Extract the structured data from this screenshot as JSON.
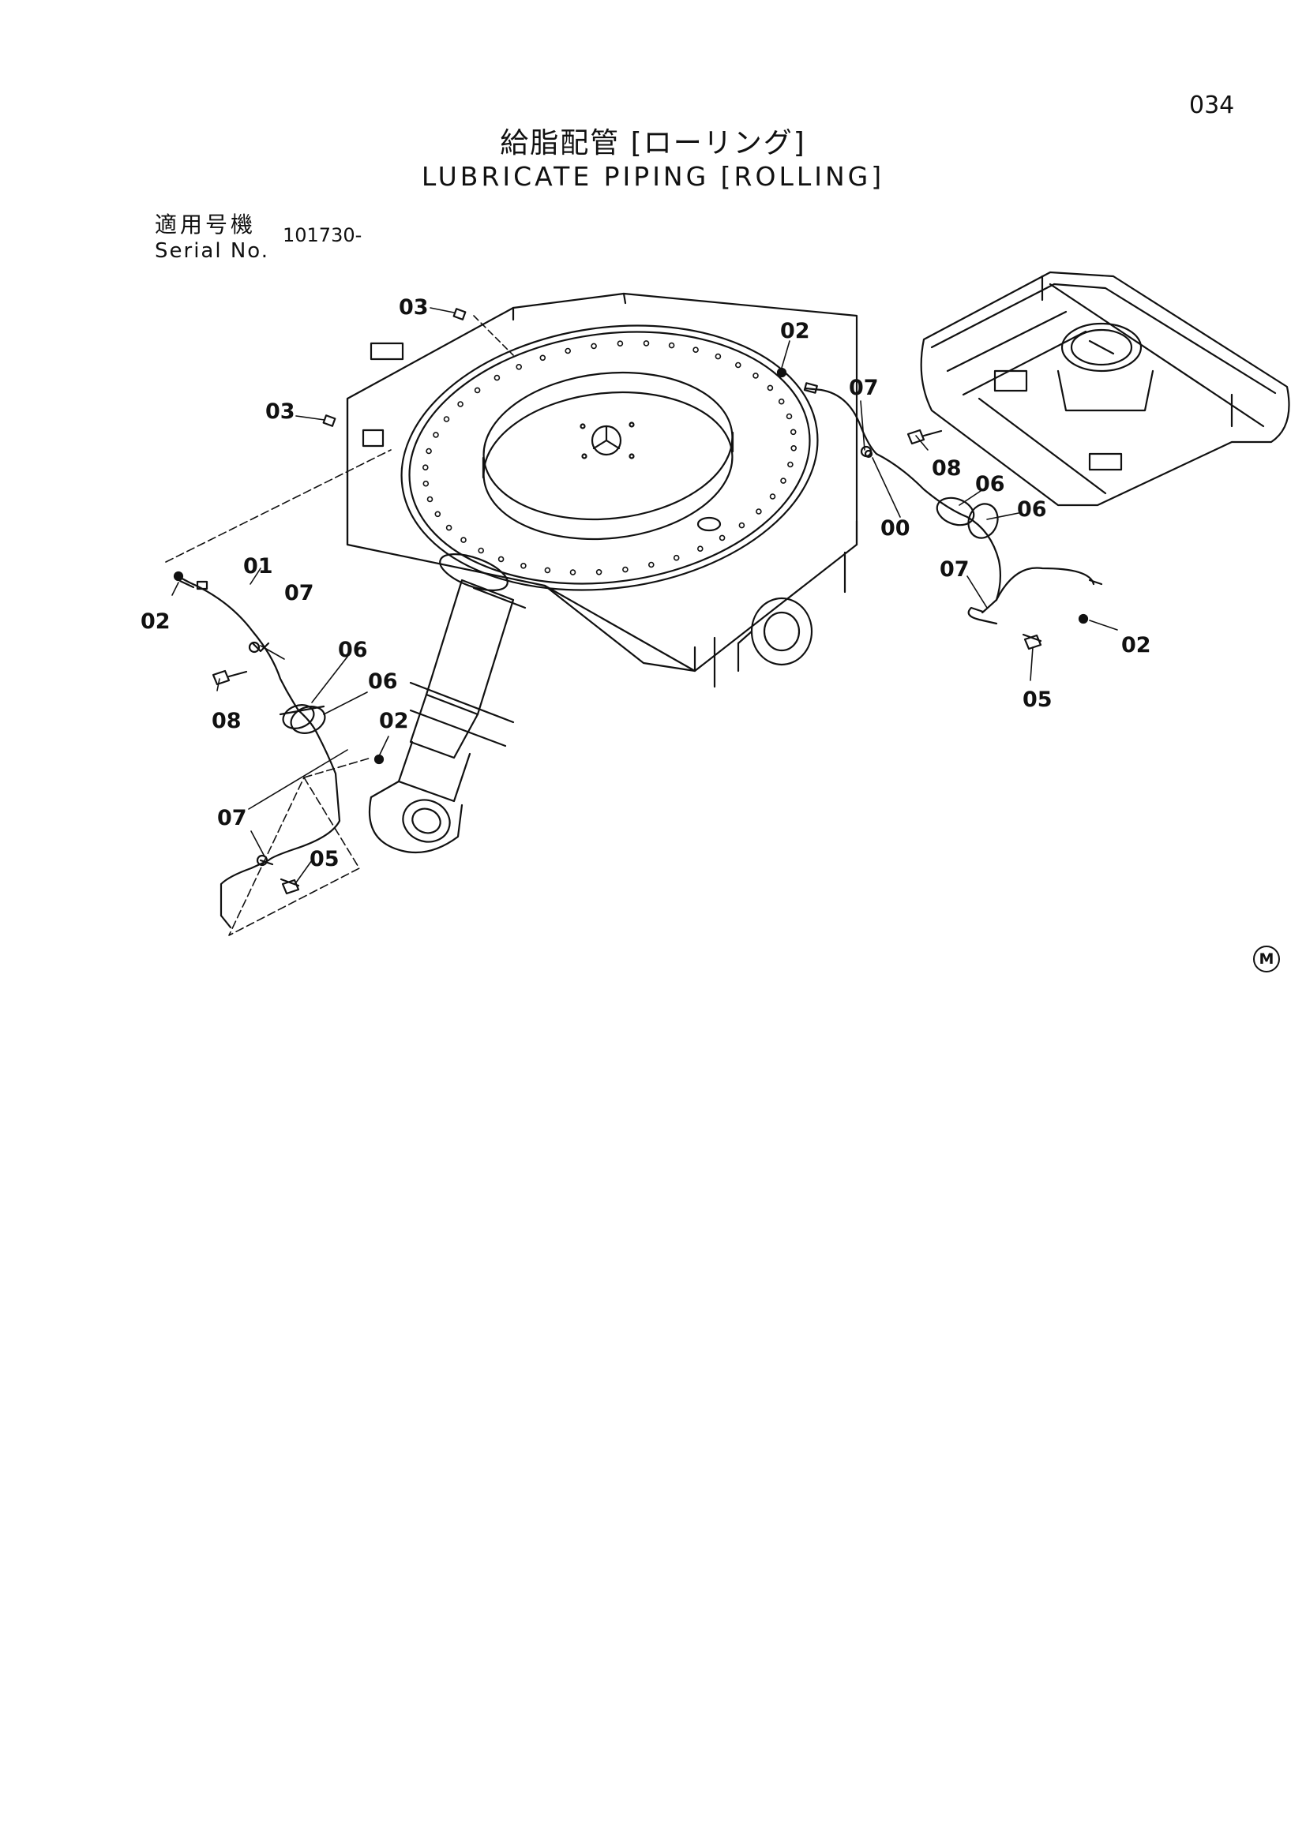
{
  "header": {
    "page_number": "034",
    "title_jp": "給脂配管 [ローリング]",
    "title_en": "LUBRICATE PIPING [ROLLING]",
    "serial_label_jp": "適用号機",
    "serial_label_en": "Serial No.",
    "serial_value": "101730-"
  },
  "callouts": {
    "c01": "01",
    "c02a": "02",
    "c02b": "02",
    "c02c": "02",
    "c02d": "02",
    "c03a": "03",
    "c03b": "03",
    "c00": "00",
    "c05a": "05",
    "c05b": "05",
    "c06a": "06",
    "c06b": "06",
    "c06c": "06",
    "c06d": "06",
    "c07a": "07",
    "c07b": "07",
    "c07c": "07",
    "c07d": "07",
    "c08a": "08",
    "c08b": "08"
  },
  "footer": {
    "mark": "M"
  }
}
